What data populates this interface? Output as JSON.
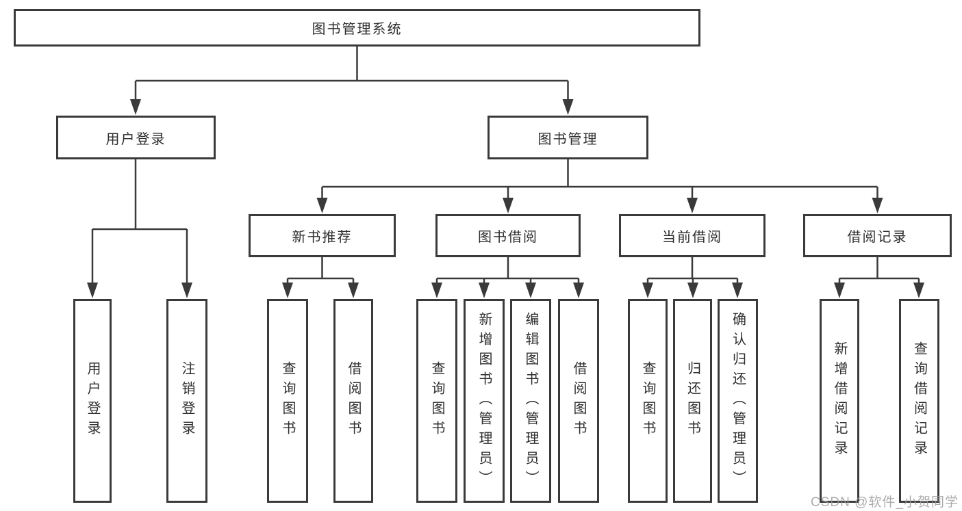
{
  "diagram": {
    "root": {
      "label": "图书管理系统"
    },
    "branches": [
      {
        "label": "用户登录",
        "children": [
          {
            "label": "用户登录"
          },
          {
            "label": "注销登录"
          }
        ]
      },
      {
        "label": "图书管理",
        "groups": [
          {
            "label": "新书推荐",
            "children": [
              {
                "label": "查询图书"
              },
              {
                "label": "借阅图书"
              }
            ]
          },
          {
            "label": "图书借阅",
            "children": [
              {
                "label": "查询图书"
              },
              {
                "label": "新增图书（管理员）"
              },
              {
                "label": "编辑图书（管理员）"
              },
              {
                "label": "借阅图书"
              }
            ]
          },
          {
            "label": "当前借阅",
            "children": [
              {
                "label": "查询图书"
              },
              {
                "label": "归还图书"
              },
              {
                "label": "确认归还（管理员）"
              }
            ]
          },
          {
            "label": "借阅记录",
            "children": [
              {
                "label": "新增借阅记录"
              },
              {
                "label": "查询借阅记录"
              }
            ]
          }
        ]
      }
    ]
  },
  "watermark": {
    "text": "CSDN @软件_小贺同学"
  },
  "colors": {
    "line": "#3a3a3a",
    "box_border": "#3a3a3a",
    "box_fill": "#ffffff",
    "text": "#2e2e2e",
    "watermark": "#9e9e9e"
  }
}
